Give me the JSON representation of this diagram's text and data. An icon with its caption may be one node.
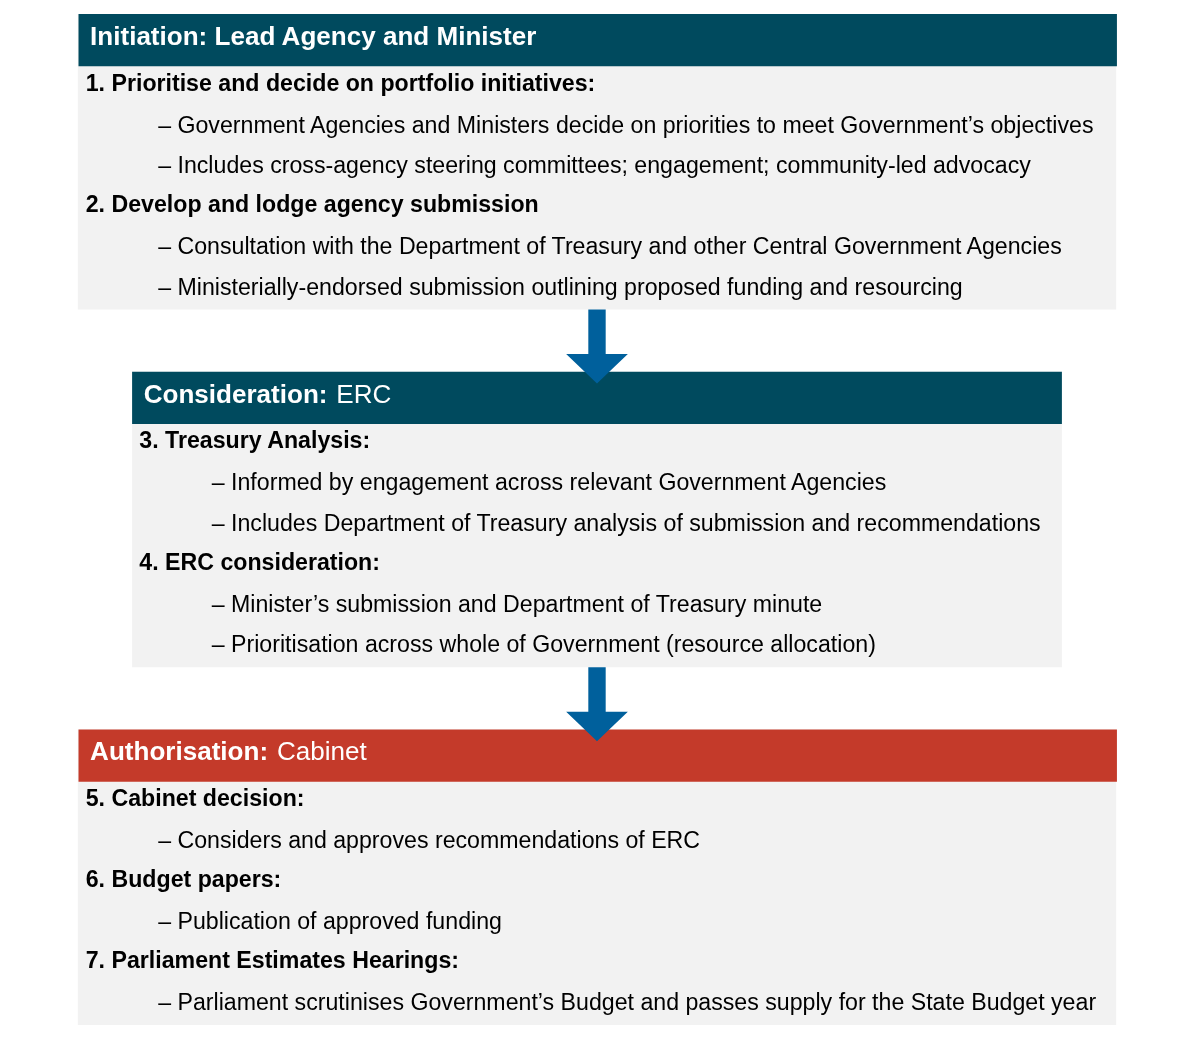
{
  "diagram": {
    "nodes": [
      {
        "text": [
          "Initiation: Lead Agency and Minister",
          "1. Prioritise and decide on portfolio initiatives:",
          "– Government Agencies and Ministers decide on priorities to meet Government’s objectives",
          "– Includes cross-agency steering committees; engagement; community-led advocacy",
          "2. Develop and lodge agency submission",
          "– Consultation with the Department of Treasury and other Central Government Agencies",
          "– Ministerially-endorsed submission outlining proposed funding and resourcing"
        ]
      },
      {
        "text": [
          "**Consideration:** ERC",
          "3. Treasury Analysis:",
          "– Informed by engagement across relevant Government Agencies",
          "– Includes Department of Treasury analysis of submission and recommendations",
          "4. ERC consideration:",
          "– Minister’s submission and Department of Treasury minute",
          "– Prioritisation across whole of Government (resource allocation)"
        ]
      },
      {
        "text": [
          "**Authorisation:** Cabinet",
          "5. Cabinet decision:",
          "– Considers and approves recommendations of ERC",
          "6. Budget papers:",
          "– Publication of approved funding",
          "7. Parliament Estimates Hearings:",
          "– Parliament scrutinises Government’s Budget and passes supply for the State Budget year"
        ]
      }
    ],
    "edges": [
      {
        "from": 0,
        "to": 1,
        "arrow": "to"
      },
      {
        "from": 1,
        "to": 2,
        "arrow": "to"
      }
    ]
  }
}
